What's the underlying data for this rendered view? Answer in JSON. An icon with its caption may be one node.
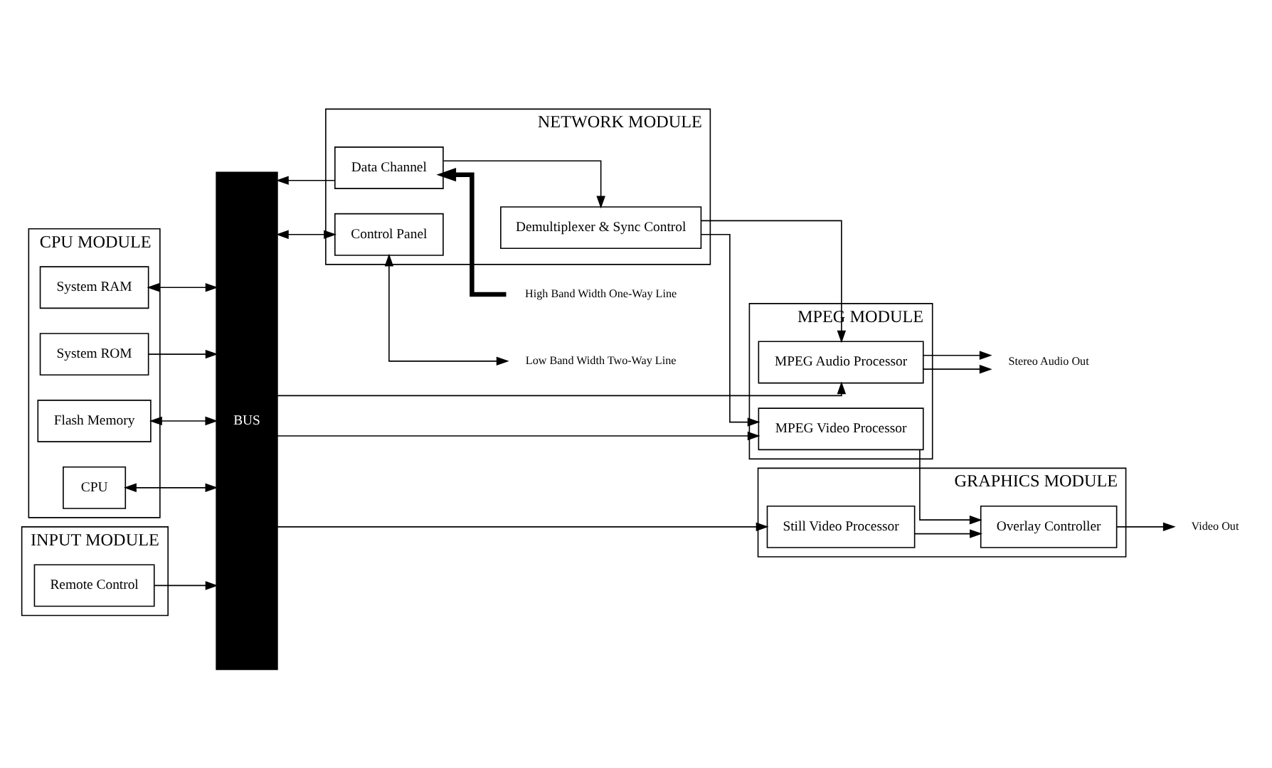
{
  "diagram": {
    "nodes": [
      {
        "text": [
          "CPU MODULE"
        ]
      },
      {
        "text": [
          "CPU"
        ],
        "in": 0
      },
      {
        "text": [
          "System RAM"
        ],
        "in": 0
      },
      {
        "text": [
          "System ROM"
        ],
        "in": 0
      },
      {
        "text": [
          "Flash Memory"
        ],
        "in": 0
      },
      {
        "text": [
          "INPUT MODULE"
        ]
      },
      {
        "text": [
          "Remote Control"
        ],
        "in": 5
      },
      {
        "text": [
          "BUS"
        ]
      },
      {
        "text": [
          "NETWORK MODULE"
        ]
      },
      {
        "text": [
          "Control Panel"
        ],
        "in": 8
      },
      {
        "text": [
          "Data Channel"
        ],
        "in": 8
      },
      {
        "text": [
          "Demultiplexer & Sync Control"
        ],
        "in": 8
      },
      {
        "text": [
          "MPEG MODULE"
        ]
      },
      {
        "text": [
          "MPEG Audio Processor"
        ],
        "in": 12
      },
      {
        "text": [
          "MPEG Video Processor"
        ],
        "in": 12
      },
      {
        "text": [
          "GRAPHICS MODULE"
        ]
      },
      {
        "text": [
          "Still Video Processor"
        ],
        "in": 15
      },
      {
        "text": [
          "Overlay Controller"
        ],
        "in": 15
      },
      {
        "text": [
          "Low Band Width Two-Way Line"
        ]
      },
      {
        "text": [
          "High Band Width One-Way Line"
        ]
      },
      {
        "text": [
          "Stereo Audio Out"
        ]
      },
      {
        "text": [
          "Video Out"
        ]
      }
    ],
    "edges": [
      {
        "from": 1,
        "to": 7,
        "arrow": "both"
      },
      {
        "from": 2,
        "to": 7,
        "arrow": "both"
      },
      {
        "from": 3,
        "to": 7,
        "arrow": "to"
      },
      {
        "from": 4,
        "to": 7,
        "arrow": "both"
      },
      {
        "from": 6,
        "to": 7,
        "arrow": "to"
      },
      {
        "from": 7,
        "to": 9,
        "arrow": "both"
      },
      {
        "from": 10,
        "to": 7,
        "arrow": "to"
      },
      {
        "from": 10,
        "to": 11,
        "arrow": "to"
      },
      {
        "from": 11,
        "to": 13,
        "arrow": "to"
      },
      {
        "from": 11,
        "to": 14,
        "arrow": "to"
      },
      {
        "from": 7,
        "to": 13,
        "arrow": "to"
      },
      {
        "from": 7,
        "to": 14,
        "arrow": "to"
      },
      {
        "from": 7,
        "to": 16,
        "arrow": "to"
      },
      {
        "from": 14,
        "to": 17,
        "arrow": "to"
      },
      {
        "from": 16,
        "to": 17,
        "arrow": "to"
      },
      {
        "from": 9,
        "to": 18,
        "arrow": "both"
      },
      {
        "from": 19,
        "to": 10,
        "arrow": "to",
        "style": "thick"
      },
      {
        "from": 13,
        "to": 20,
        "arrow": "to"
      },
      {
        "from": 13,
        "to": 20,
        "arrow": "to"
      },
      {
        "from": 17,
        "to": 21,
        "arrow": "to"
      }
    ]
  }
}
